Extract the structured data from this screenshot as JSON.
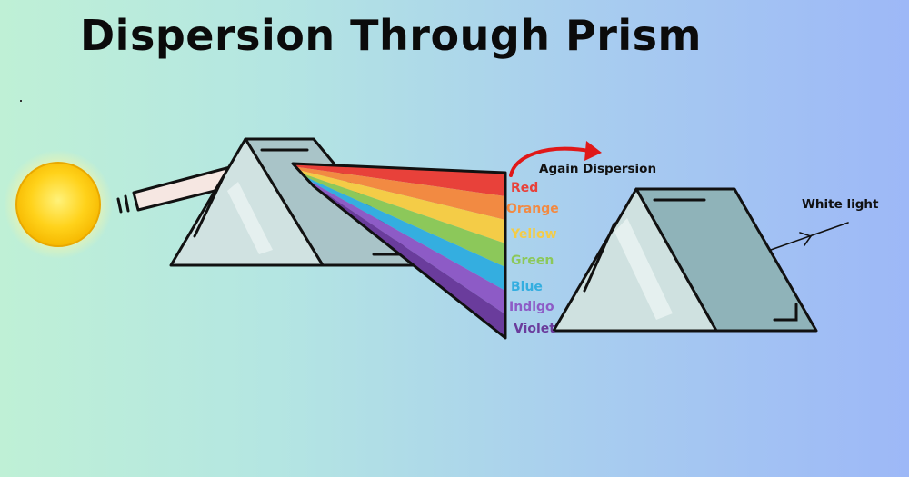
{
  "title": "Dispersion Through Prism",
  "annotations": {
    "again_dispersion": "Again Dispersion",
    "white_light": "White light"
  },
  "spectrum": [
    {
      "name": "Red",
      "color": "#e8413a"
    },
    {
      "name": "Orange",
      "color": "#f28a42"
    },
    {
      "name": "Yellow",
      "color": "#f4cc47"
    },
    {
      "name": "Green",
      "color": "#8cc85a"
    },
    {
      "name": "Blue",
      "color": "#34aee0"
    },
    {
      "name": "Indigo",
      "color": "#8d5bc6"
    },
    {
      "name": "Violet",
      "color": "#6a3c9c"
    }
  ],
  "colors": {
    "prism_fill": "#c8dcdc",
    "prism_stroke": "#111111",
    "sun": "#ffd21a",
    "arrow": "#e01818"
  }
}
